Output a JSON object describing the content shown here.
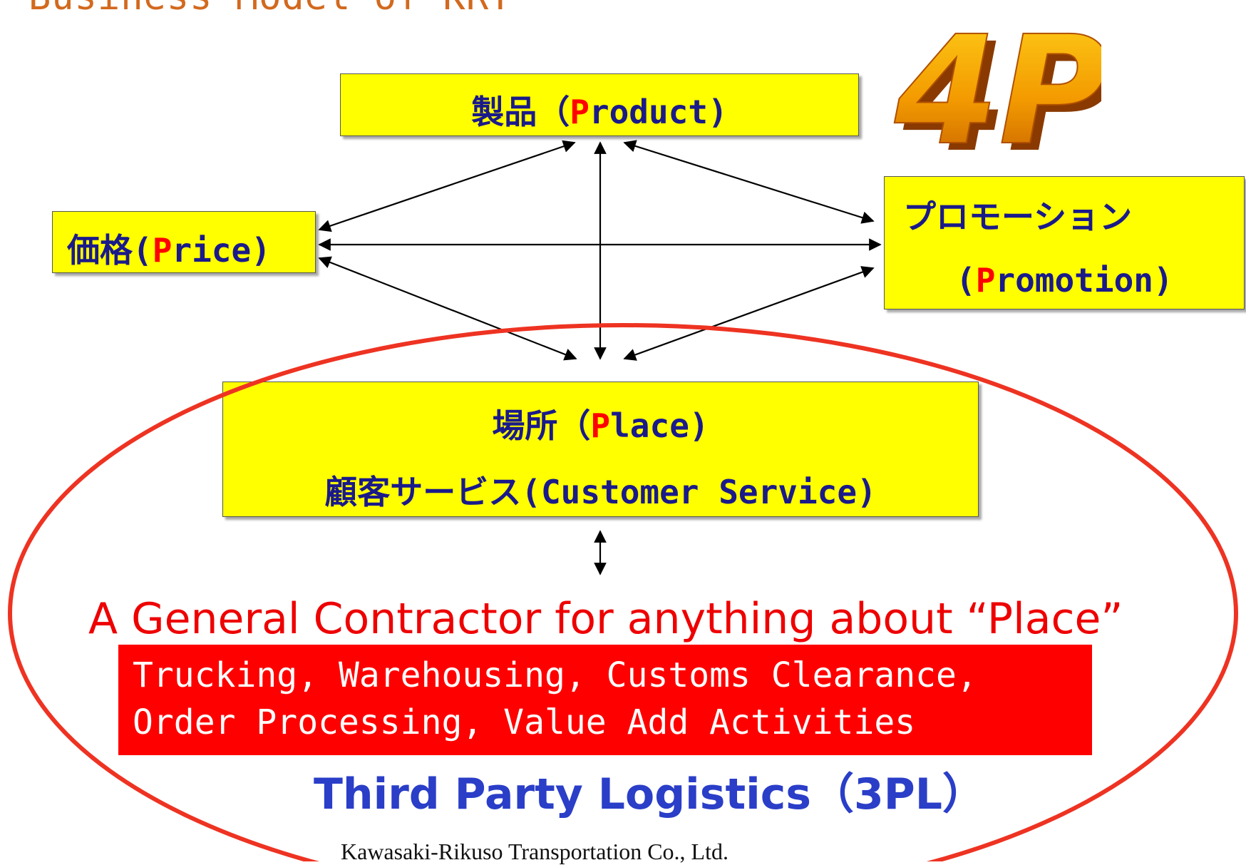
{
  "title": "Business Model of KRT",
  "logo_text": "4P",
  "boxes": {
    "product": {
      "ja": "製品（",
      "p": "P",
      "rest": "roduct)"
    },
    "price": {
      "ja": "価格(",
      "p": "P",
      "rest": "rice)"
    },
    "promotion": {
      "line1": "プロモーション",
      "open": "(",
      "p": "P",
      "rest": "romotion)"
    },
    "place": {
      "line1_ja": "場所（",
      "p": "P",
      "line1_rest": "lace)",
      "line2": "顧客サービス(Customer Service)"
    }
  },
  "contractor": "A General Contractor for anything about “Place”",
  "services": [
    "Trucking,  Warehousing,  Customs Clearance,",
    "Order Processing, Value Add Activities"
  ],
  "third_party": "Third Party Logistics（3PL）",
  "footer": "Kawasaki-Rikuso  Transportation Co., Ltd.",
  "colors": {
    "box_fill": "#ffff00",
    "box_text": "#1a1a8a",
    "p_letter": "#ff0000",
    "ellipse": "#ee3322",
    "services_bg": "#ff0000",
    "third_party": "#2a3ec8",
    "title": "#d2691e",
    "logo": "#f08a00"
  }
}
